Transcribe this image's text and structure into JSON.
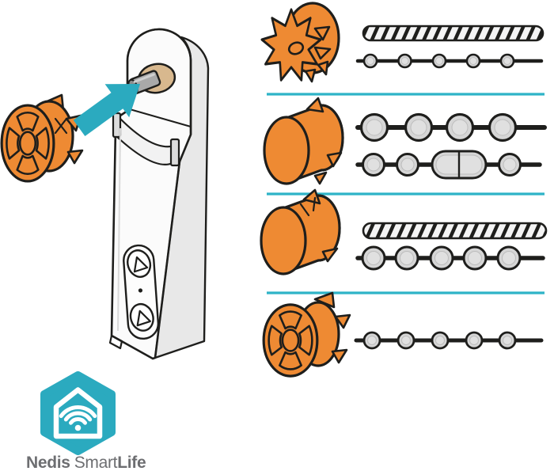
{
  "colors": {
    "accent-orange": "#EE8A33",
    "accent-teal": "#2BAABF",
    "divider-teal": "#2EB3C7",
    "outline-dark": "#1E1E1C",
    "bead-gray": "#D6D6D6",
    "bead-inner": "#E0E0E0",
    "device-front": "#FBFBFB",
    "device-side": "#E8E8E8",
    "saddle-gray": "#F2F2F2",
    "tab-gray": "#DCDCDC",
    "hub-tan": "#D8B88E",
    "shaft-gray": "#A9A9A9",
    "logo-text": "#6D6E71",
    "background": "#FFFFFF"
  },
  "logo": {
    "nedis": "Nedis",
    "smart": "Smart",
    "life": "Life",
    "icon": "smartlife-hexagon-house-wifi-icon"
  },
  "installation": {
    "device_icon": "roller-blind-motor-icon",
    "adapter_icon": "spoked-wheel-adapter-icon",
    "arrow_icon": "insert-direction-arrow-icon",
    "spindle_icon": "motor-spindle-icon",
    "button_icons": [
      "up-button-icon",
      "down-button-icon"
    ]
  },
  "compatibility_rows": [
    {
      "adapter_icon": "gear-toothed-adapter-icon",
      "media": [
        {
          "icon": "twisted-cord-icon"
        },
        {
          "icon": "small-bead-chain-icon",
          "beads": 5
        }
      ]
    },
    {
      "adapter_icon": "smooth-disc-adapter-icon",
      "media": [
        {
          "icon": "large-bead-chain-icon",
          "beads": 4
        },
        {
          "icon": "bead-chain-with-connector-icon",
          "beads": 3
        }
      ]
    },
    {
      "adapter_icon": "smooth-disc-adapter-icon",
      "media": [
        {
          "icon": "twisted-cord-icon"
        },
        {
          "icon": "medium-bead-chain-icon",
          "beads": 5
        }
      ]
    },
    {
      "adapter_icon": "spoked-wheel-adapter-icon",
      "media": [
        {
          "icon": "small-bead-chain-icon",
          "beads": 5
        }
      ]
    }
  ]
}
